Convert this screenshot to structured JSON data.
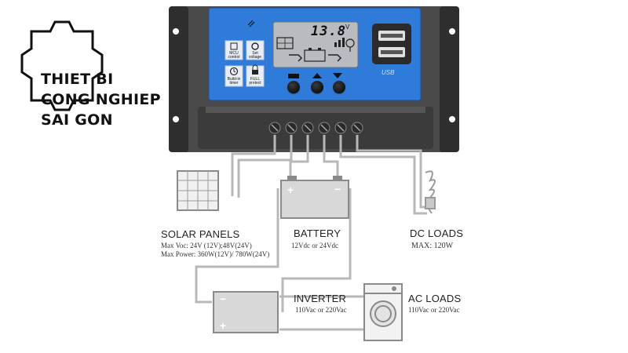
{
  "logo": {
    "line1": "THIET BI",
    "line2": "CONG NGHIEP",
    "line3": "SAI GON",
    "icon": "gear-icon"
  },
  "controller": {
    "lcd_value": "13.8",
    "lcd_unit": "V",
    "usb_label": "USB",
    "features": [
      {
        "label": "MCU control",
        "icon": "chip-icon"
      },
      {
        "label": "Set voltage",
        "icon": "gear-icon"
      },
      {
        "label": "Build-in timer",
        "icon": "clock-icon"
      },
      {
        "label": "FULL protect",
        "icon": "lock-icon"
      }
    ],
    "buttons": [
      "menu-button",
      "up-button",
      "down-button"
    ],
    "colors": {
      "panel_blue": "#2f7bd9",
      "body_gray": "#3a3a3a"
    }
  },
  "components": {
    "solar": {
      "title": "SOLAR PANELS",
      "line1": "Max Voc: 24V (12V);48V(24V)",
      "line2": "Max Power: 360W(12V)/ 780W(24V)"
    },
    "battery": {
      "title": "BATTERY",
      "line1": "12Vdc or 24Vdc"
    },
    "dc_loads": {
      "title": "DC LOADS",
      "line1": "MAX: 120W"
    },
    "inverter": {
      "title": "INVERTER",
      "line1": "110Vac or 220Vac"
    },
    "ac_loads": {
      "title": "AC LOADS",
      "line1": "110Vac or 220Vac"
    }
  }
}
